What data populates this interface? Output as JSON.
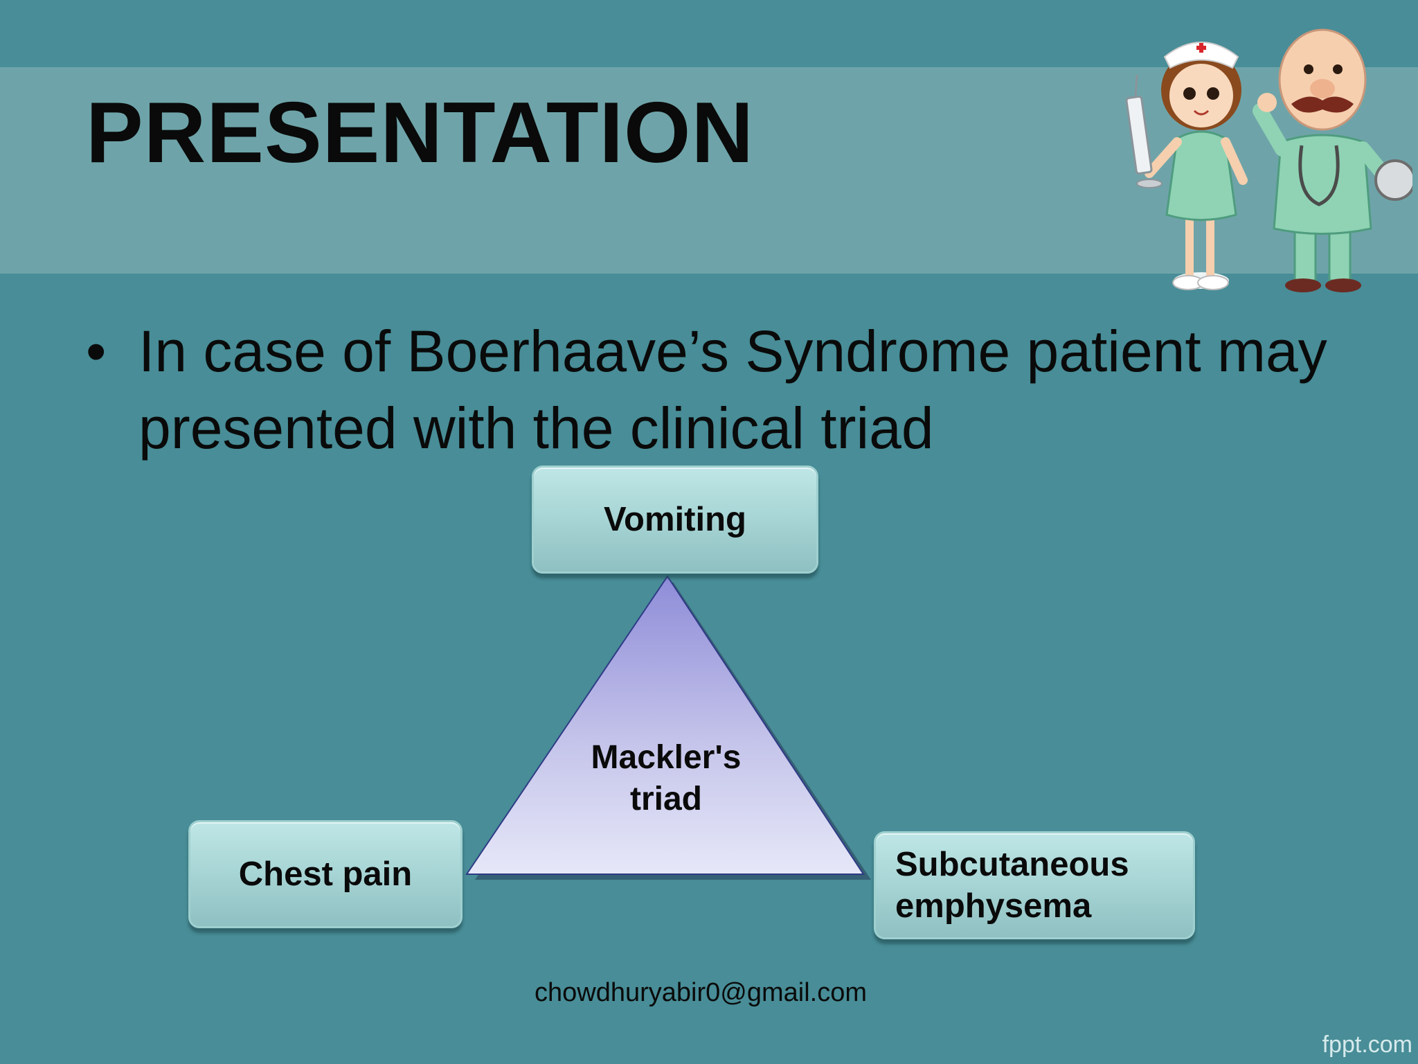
{
  "slide": {
    "title": "PRESENTATION",
    "bullet_symbol": "•",
    "bullet_text": "In case of Boerhaave’s Syndrome patient may presented with the clinical triad"
  },
  "diagram": {
    "center_label": "Mackler's triad",
    "top_box": "Vomiting",
    "left_box": "Chest pain",
    "right_box": "Subcutaneous emphysema"
  },
  "footer": {
    "email": "chowdhuryabir0@gmail.com",
    "watermark": "fppt.com"
  },
  "colors": {
    "background": "#488d97",
    "title_band": "#6ea4a9",
    "box_fill": "#a9d6d6",
    "triangle_top": "#8e8cd8",
    "triangle_bottom": "#e6e8f8"
  },
  "illustration": {
    "name": "nurse-and-doctor-clipart"
  }
}
